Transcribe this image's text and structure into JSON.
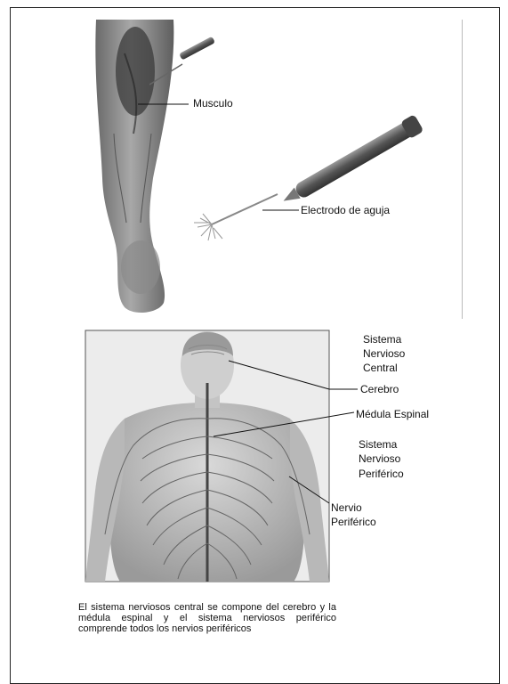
{
  "labels": {
    "musculo": "Musculo",
    "electrodo": "Electrodo de aguja",
    "snc": [
      "Sistema",
      "Nervioso",
      "Central"
    ],
    "cerebro": "Cerebro",
    "medula": "Médula Espinal",
    "snp": [
      "Sistema",
      "Nervioso",
      "Periférico"
    ],
    "nervio": [
      "Nervio",
      "Periférico"
    ]
  },
  "caption": "El sistema nerviosos central se compone del cerebro y la médula espinal y el sistema nerviosos periférico comprende todos los nervios periféricos"
}
